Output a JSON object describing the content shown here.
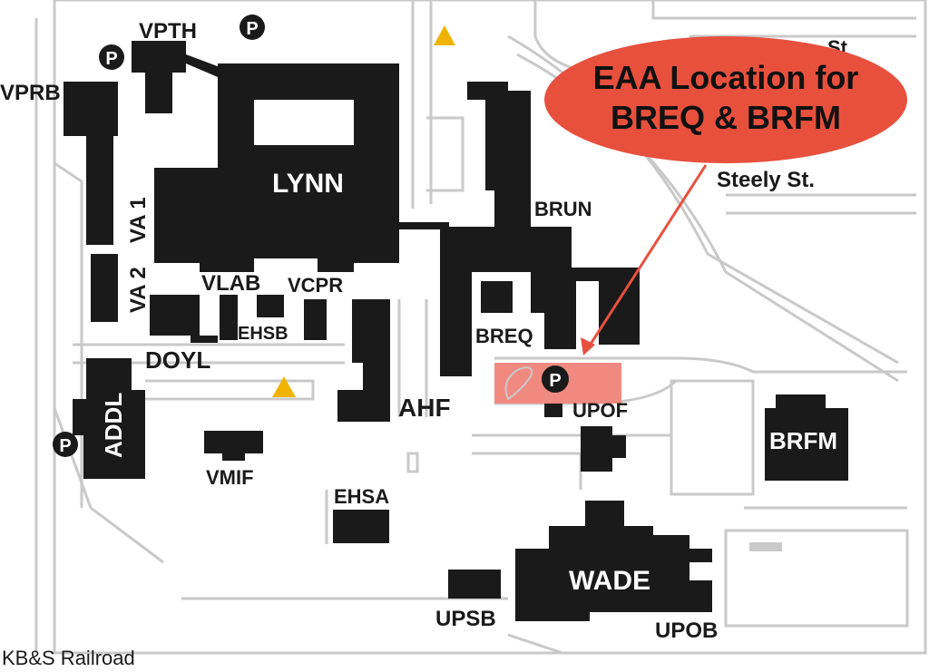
{
  "buildings": {
    "vpth": "VPTH",
    "vprb": "VPRB",
    "lynn": "LYNN",
    "va1": "VA 1",
    "va2": "VA 2",
    "vlab": "VLAB",
    "vcpr": "VCPR",
    "ehsb": "EHSB",
    "doyl": "DOYL",
    "addl": "ADDL",
    "brun": "BRUN",
    "breq": "BREQ",
    "ahf": "AHF",
    "upof": "UPOF",
    "brfm": "BRFM",
    "vmif": "VMIF",
    "ehsa": "EHSA",
    "wade": "WADE",
    "upsb": "UPSB",
    "upob": "UPOB"
  },
  "streets": {
    "partial_top": "St",
    "steely": "Steely St."
  },
  "railroad": "KB&S Railroad",
  "parking_symbol": "P",
  "callout": {
    "line1": "EAA Location for",
    "line2": "BREQ & BRFM",
    "fill_color": "#e8503e",
    "highlight_color": "#f08a80"
  },
  "colors": {
    "building": "#1a1a1a",
    "road": "#c9c9c9",
    "marker": "#f0b400"
  }
}
